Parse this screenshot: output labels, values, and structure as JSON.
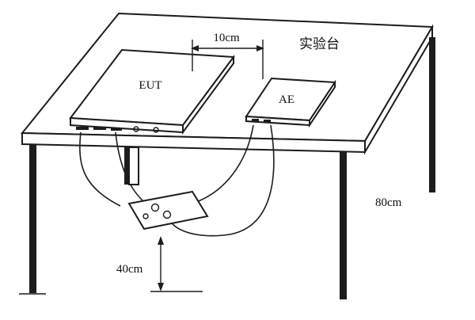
{
  "diagram": {
    "labels": {
      "distance_eut_ae": "10cm",
      "bench": "实验台",
      "eut": "EUT",
      "ae": "AE",
      "bench_height": "80cm",
      "cable_sag_height": "40cm"
    }
  }
}
